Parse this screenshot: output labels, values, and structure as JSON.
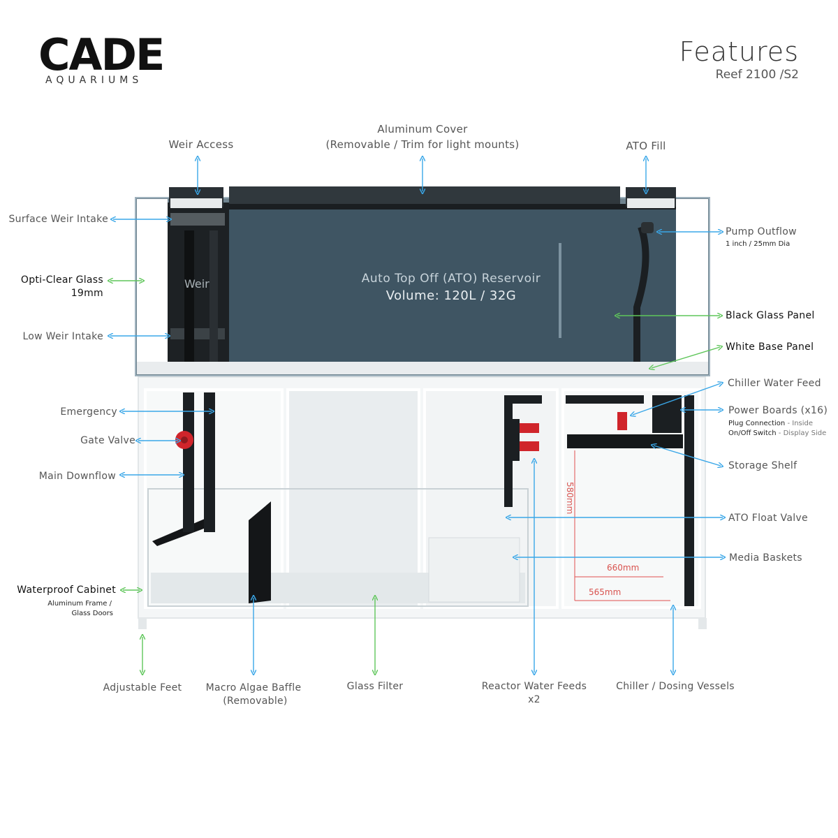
{
  "brand": {
    "name": "CADE",
    "sub": "AQUARIUMS"
  },
  "header": {
    "title": "Features",
    "subtitle": "Reef 2100 /S2"
  },
  "colors": {
    "tank_water": "#3f5563",
    "cabinet": "#f4f6f7",
    "arrow_blue": "#3aa7e8",
    "arrow_green": "#5fc65a",
    "valve_red": "#d0252b",
    "dimension_red": "#e05050"
  },
  "tank": {
    "weir_label": "Weir",
    "ato_title": "Auto Top Off (ATO) Reservoir",
    "ato_volume": "Volume: 120L / 32G"
  },
  "dimensions": {
    "height": "580mm",
    "width": "660mm",
    "depth": "565mm"
  },
  "labels": {
    "weir_access": "Weir Access",
    "aluminum_cover": "Aluminum Cover",
    "aluminum_cover_note": "(Removable / Trim for light mounts)",
    "ato_fill": "ATO Fill",
    "surface_weir_intake": "Surface Weir Intake",
    "opti_clear_glass": "Opti-Clear Glass",
    "opti_clear_glass_note": "19mm",
    "low_weir_intake": "Low Weir Intake",
    "pump_outflow": "Pump Outflow",
    "pump_outflow_note": "1 inch / 25mm Dia",
    "black_glass_panel": "Black Glass Panel",
    "white_base_panel": "White Base Panel",
    "chiller_water_feed": "Chiller Water Feed",
    "power_boards": "Power Boards (x16)",
    "plug_connection": "Plug Connection",
    "plug_connection_note": "- Inside",
    "onoff_switch": "On/Off Switch",
    "onoff_switch_note": "- Display Side",
    "storage_shelf": "Storage Shelf",
    "emergency": "Emergency",
    "gate_valve": "Gate Valve",
    "main_downflow": "Main Downflow",
    "ato_float_valve": "ATO Float Valve",
    "media_baskets": "Media Baskets",
    "waterproof_cabinet": "Waterproof Cabinet",
    "waterproof_cabinet_note1": "Aluminum Frame /",
    "waterproof_cabinet_note2": "Glass Doors",
    "adjustable_feet": "Adjustable Feet",
    "macro_algae_baffle": "Macro Algae Baffle",
    "macro_algae_baffle_note": "(Removable)",
    "glass_filter": "Glass Filter",
    "reactor_water_feeds": "Reactor Water Feeds",
    "reactor_water_feeds_note": "x2",
    "chiller_dosing_vessels": "Chiller / Dosing Vessels"
  }
}
